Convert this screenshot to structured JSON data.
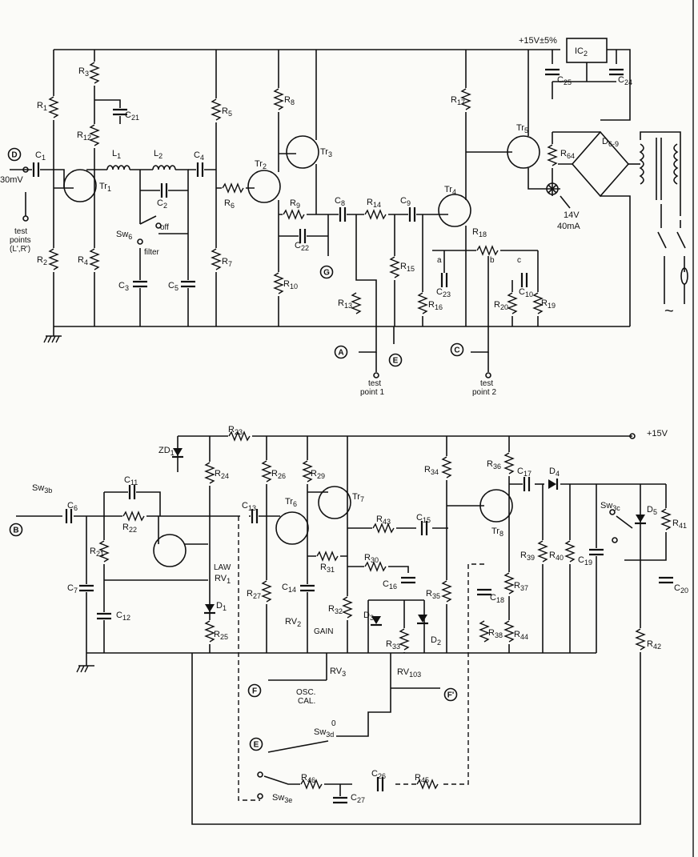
{
  "supply": {
    "top_rail": "+15V±5%",
    "bottom_rail": "+15V",
    "regulator": "IC",
    "regulator_sub": "2",
    "transformer_lamp": "14V",
    "lamp_current": "40mA",
    "mains_symbol": "~"
  },
  "inputs": {
    "input_level": "30mV",
    "test_points_top": "test",
    "test_points_mid": "points",
    "test_points_bottom": "(L',R')"
  },
  "terminals": [
    "D",
    "G",
    "A",
    "E",
    "C",
    "B",
    "F",
    "E",
    "F'"
  ],
  "test_point_1": {
    "line1": "test",
    "line2": "point 1"
  },
  "test_point_2": {
    "line1": "test",
    "line2": "point 2"
  },
  "switches": {
    "sw6": "Sw",
    "sw6_sub": "6",
    "sw6_off": "off",
    "sw6_filter": "filter",
    "sw3b": "Sw",
    "sw3b_sub": "3b",
    "sw3c": "Sw",
    "sw3c_sub": "3c",
    "sw3d": "Sw",
    "sw3d_sub": "3d",
    "sw3e": "Sw",
    "sw3e_sub": "3e",
    "sw3d_zero": "0"
  },
  "controls": {
    "rv1_law": "LAW",
    "rv2_gain": "GAIN",
    "rv3_osc": "OSC.",
    "rv3_cal": "CAL."
  },
  "r18_taps": [
    "a",
    "b",
    "c"
  ],
  "components_top": [
    {
      "p": "R",
      "s": "1"
    },
    {
      "p": "R",
      "s": "2"
    },
    {
      "p": "R",
      "s": "3"
    },
    {
      "p": "R",
      "s": "4"
    },
    {
      "p": "R",
      "s": "5"
    },
    {
      "p": "R",
      "s": "6"
    },
    {
      "p": "R",
      "s": "7"
    },
    {
      "p": "R",
      "s": "8"
    },
    {
      "p": "R",
      "s": "9"
    },
    {
      "p": "R",
      "s": "10"
    },
    {
      "p": "R",
      "s": "12"
    },
    {
      "p": "R",
      "s": "13"
    },
    {
      "p": "R",
      "s": "14"
    },
    {
      "p": "R",
      "s": "15"
    },
    {
      "p": "R",
      "s": "16"
    },
    {
      "p": "R",
      "s": "17"
    },
    {
      "p": "R",
      "s": "18"
    },
    {
      "p": "R",
      "s": "19"
    },
    {
      "p": "R",
      "s": "20"
    },
    {
      "p": "R",
      "s": "64"
    },
    {
      "p": "C",
      "s": "1"
    },
    {
      "p": "C",
      "s": "2"
    },
    {
      "p": "C",
      "s": "3"
    },
    {
      "p": "C",
      "s": "4"
    },
    {
      "p": "C",
      "s": "5"
    },
    {
      "p": "C",
      "s": "8"
    },
    {
      "p": "C",
      "s": "9"
    },
    {
      "p": "C",
      "s": "10"
    },
    {
      "p": "C",
      "s": "21"
    },
    {
      "p": "C",
      "s": "22"
    },
    {
      "p": "C",
      "s": "23"
    },
    {
      "p": "C",
      "s": "24"
    },
    {
      "p": "C",
      "s": "25"
    },
    {
      "p": "L",
      "s": "1"
    },
    {
      "p": "L",
      "s": "2"
    },
    {
      "p": "Tr",
      "s": "1"
    },
    {
      "p": "Tr",
      "s": "2"
    },
    {
      "p": "Tr",
      "s": "3"
    },
    {
      "p": "Tr",
      "s": "4"
    },
    {
      "p": "Tr",
      "s": "5"
    },
    {
      "p": "D",
      "s": "6-9"
    }
  ],
  "components_bottom": [
    {
      "p": "R",
      "s": "21"
    },
    {
      "p": "R",
      "s": "22"
    },
    {
      "p": "R",
      "s": "23"
    },
    {
      "p": "R",
      "s": "24"
    },
    {
      "p": "R",
      "s": "25"
    },
    {
      "p": "R",
      "s": "26"
    },
    {
      "p": "R",
      "s": "27"
    },
    {
      "p": "R",
      "s": "29"
    },
    {
      "p": "R",
      "s": "30"
    },
    {
      "p": "R",
      "s": "31"
    },
    {
      "p": "R",
      "s": "32"
    },
    {
      "p": "R",
      "s": "33"
    },
    {
      "p": "R",
      "s": "34"
    },
    {
      "p": "R",
      "s": "35"
    },
    {
      "p": "R",
      "s": "36"
    },
    {
      "p": "R",
      "s": "37"
    },
    {
      "p": "R",
      "s": "38"
    },
    {
      "p": "R",
      "s": "39"
    },
    {
      "p": "R",
      "s": "40"
    },
    {
      "p": "R",
      "s": "41"
    },
    {
      "p": "R",
      "s": "42"
    },
    {
      "p": "R",
      "s": "43"
    },
    {
      "p": "R",
      "s": "44"
    },
    {
      "p": "R",
      "s": "45"
    },
    {
      "p": "R",
      "s": "46"
    },
    {
      "p": "C",
      "s": "6"
    },
    {
      "p": "C",
      "s": "7"
    },
    {
      "p": "C",
      "s": "11"
    },
    {
      "p": "C",
      "s": "12"
    },
    {
      "p": "C",
      "s": "13"
    },
    {
      "p": "C",
      "s": "14"
    },
    {
      "p": "C",
      "s": "15"
    },
    {
      "p": "C",
      "s": "16"
    },
    {
      "p": "C",
      "s": "17"
    },
    {
      "p": "C",
      "s": "18"
    },
    {
      "p": "C",
      "s": "19"
    },
    {
      "p": "C",
      "s": "20"
    },
    {
      "p": "C",
      "s": "26"
    },
    {
      "p": "C",
      "s": "27"
    },
    {
      "p": "Tr",
      "s": "6"
    },
    {
      "p": "Tr",
      "s": "7"
    },
    {
      "p": "Tr",
      "s": "8"
    },
    {
      "p": "D",
      "s": "1"
    },
    {
      "p": "D",
      "s": "2"
    },
    {
      "p": "D",
      "s": "3"
    },
    {
      "p": "D",
      "s": "4"
    },
    {
      "p": "D",
      "s": "5"
    },
    {
      "p": "ZD",
      "s": "1"
    },
    {
      "p": "RV",
      "s": "1"
    },
    {
      "p": "RV",
      "s": "2"
    },
    {
      "p": "RV",
      "s": "3"
    },
    {
      "p": "RV",
      "s": "103"
    }
  ]
}
